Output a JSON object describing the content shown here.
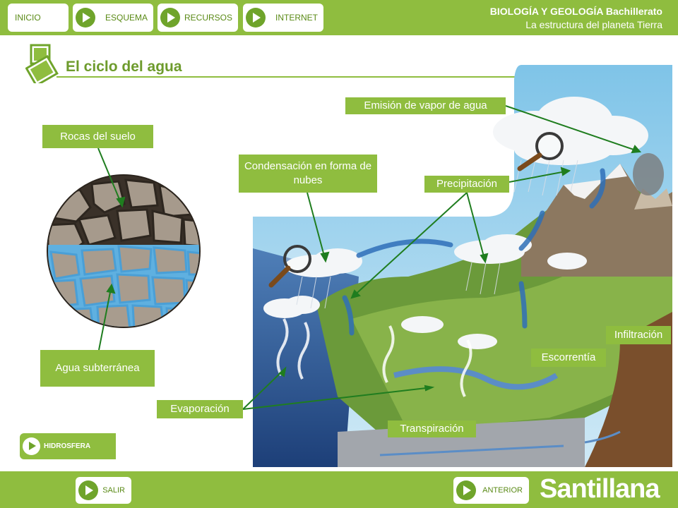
{
  "nav": {
    "inicio": "INICIO",
    "esquema": "ESQUEMA",
    "recursos": "RECURSOS",
    "internet": "INTERNET"
  },
  "header": {
    "subject": "BIOLOGÍA Y GEOLOGÍA Bachillerato",
    "topic": "La estructura del planeta Tierra"
  },
  "title": "El ciclo del agua",
  "labels": {
    "rocas": "Rocas del suelo",
    "agua_subterranea": "Agua subterránea",
    "condensacion": "Condensación en forma de nubes",
    "emision": "Emisión de vapor de agua",
    "precipitacion": "Precipitación",
    "infiltracion": "Infiltración",
    "escorrentia": "Escorrentía",
    "evaporacion": "Evaporación",
    "transpiracion": "Transpiración"
  },
  "buttons": {
    "hidrosfera": "HIDROSFERA",
    "salir": "SALIR",
    "anterior": "ANTERIOR"
  },
  "brand": "Santillana",
  "colors": {
    "accent": "#8fbd3f",
    "accent_dark": "#6fa42b",
    "leader_line": "#1f7d1f"
  },
  "icons": [
    "play-arrow-icon",
    "magnifier-icon",
    "title-pages-icon"
  ]
}
